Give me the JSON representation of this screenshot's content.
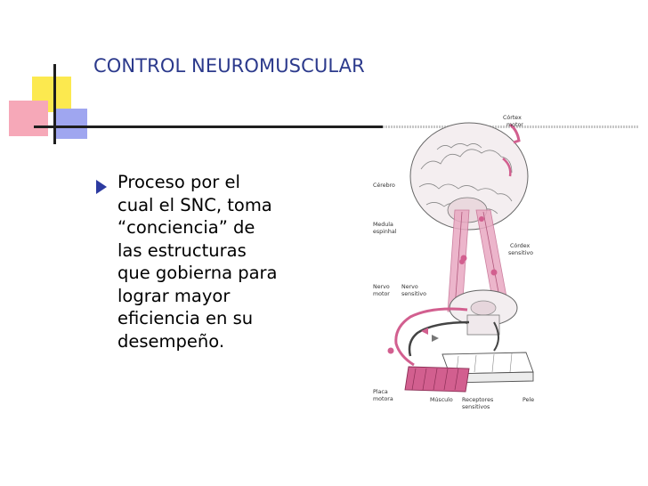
{
  "slide": {
    "title": "CONTROL NEUROMUSCULAR",
    "bullet_lines": [
      "Proceso por el",
      "cual el SNC, toma",
      "“conciencia” de",
      "las estructuras",
      "que gobierna para",
      "lograr mayor",
      "eficiencia en su",
      "desempeño."
    ],
    "colors": {
      "title": "#2c3a8c",
      "bullet": "#2c3aa0",
      "deco_yellow": "#fce94f",
      "deco_pink": "#f6a8b8",
      "deco_blue": "#9fa6f0",
      "figure_pink": "#d25f8f"
    }
  },
  "figure": {
    "labels": {
      "cortex_motor_1": "Córtex",
      "cortex_motor_2": "motor",
      "cerebro": "Cérebro",
      "medula_1": "Medula",
      "medula_2": "espinhal",
      "cortex_sensitivo_1": "Córdex",
      "cortex_sensitivo_2": "sensitivo",
      "nervo_motor_1": "Nervo",
      "nervo_motor_2": "motor",
      "nervo_sensitivo_1": "Nervo",
      "nervo_sensitivo_2": "sensitivo",
      "placa_1": "Placa",
      "placa_2": "motora",
      "musculo": "Músculo",
      "receptores_1": "Receptores",
      "receptores_2": "sensitivos",
      "pele": "Pele"
    }
  }
}
